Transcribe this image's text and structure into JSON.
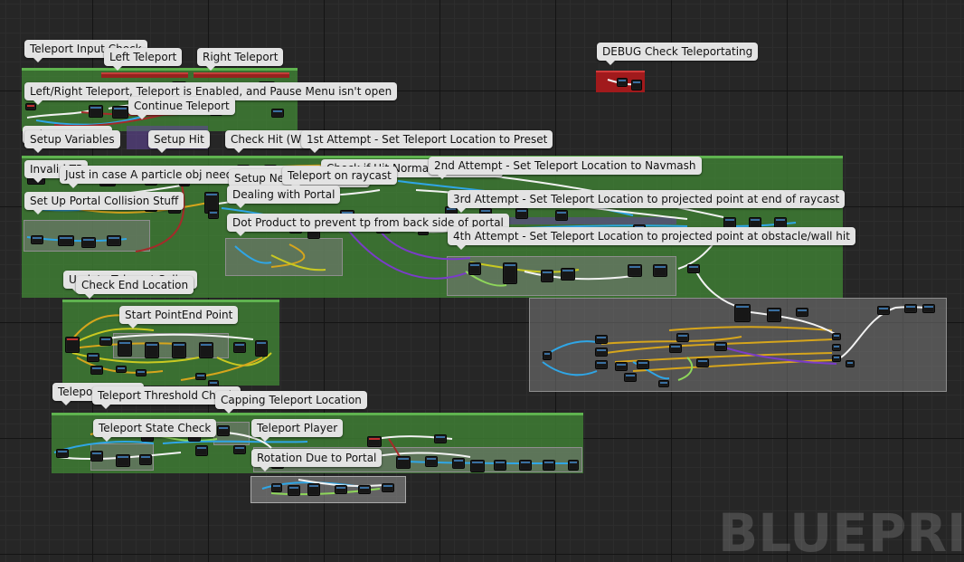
{
  "comments": {
    "teleport_input_check": "Teleport Input Check",
    "left_teleport": "Left Teleport",
    "right_teleport": "Right Teleport",
    "debug_check_teleporting": "DEBUG Check Teleportating",
    "left_right_enabled": "Left/Right Teleport, Teleport is Enabled, and Pause Menu isn't open",
    "continue_teleport": "Continue Teleport",
    "teleport_setup": "Teleport Setup",
    "setup_variables": "Setup Variables",
    "setup_hit": "Setup Hit",
    "check_hit_what_it_hit": "Check Hit (What it hit)",
    "first_attempt": "1st Attempt - Set Teleport Location to Preset",
    "invalid_tp": "Invalid TP",
    "just_in_case_particle": "Just in case A particle obj needs to be spawned",
    "check_hit_normal": "Check if Hit Normal is facing up",
    "setup_needed_variables": "Setup Needed Variables",
    "second_attempt": "2nd Attempt - Set Teleport Location to Navmash",
    "teleport_on_raycast": "Teleport on raycast",
    "set_up_portal_collision": "Set Up Portal Collision Stuff",
    "dealing_with_portal": "Dealing with Portal",
    "third_attempt": "3rd Attempt - Set Teleport Location to projected point at end of raycast",
    "dot_product": "Dot Product to prevent tp from back side of portal",
    "fourth_attempt": "4th Attempt - Set Teleport Location to projected point at obstacle/wall hit",
    "update_teleport_spline": "Update Teleport Spline",
    "check_end_location": "Check End Location",
    "start_point_end_point": "Start PointEnd Point",
    "teleport_player_outer": "Teleport Player",
    "teleport_threshold_check": "Teleport Threshold Check",
    "capping_teleport_location": "Capping Teleport Location",
    "teleport_state_check": "Teleport State Check",
    "teleport_player_inner": "Teleport Player",
    "rotation_due_to_portal": "Rotation Due to Portal"
  },
  "watermark": "BLUEPRINT",
  "colors": {
    "exec": "#f2f2f2",
    "object": "#2fa6e6",
    "float": "#d6a51c",
    "struct": "#7a3cc8",
    "vector": "#c9c921",
    "bool": "#a62a2a",
    "green_pin": "#8ed65a",
    "comment_bg": "#e3e3e3",
    "group_green": "#408034",
    "group_red": "#a11a1c"
  }
}
